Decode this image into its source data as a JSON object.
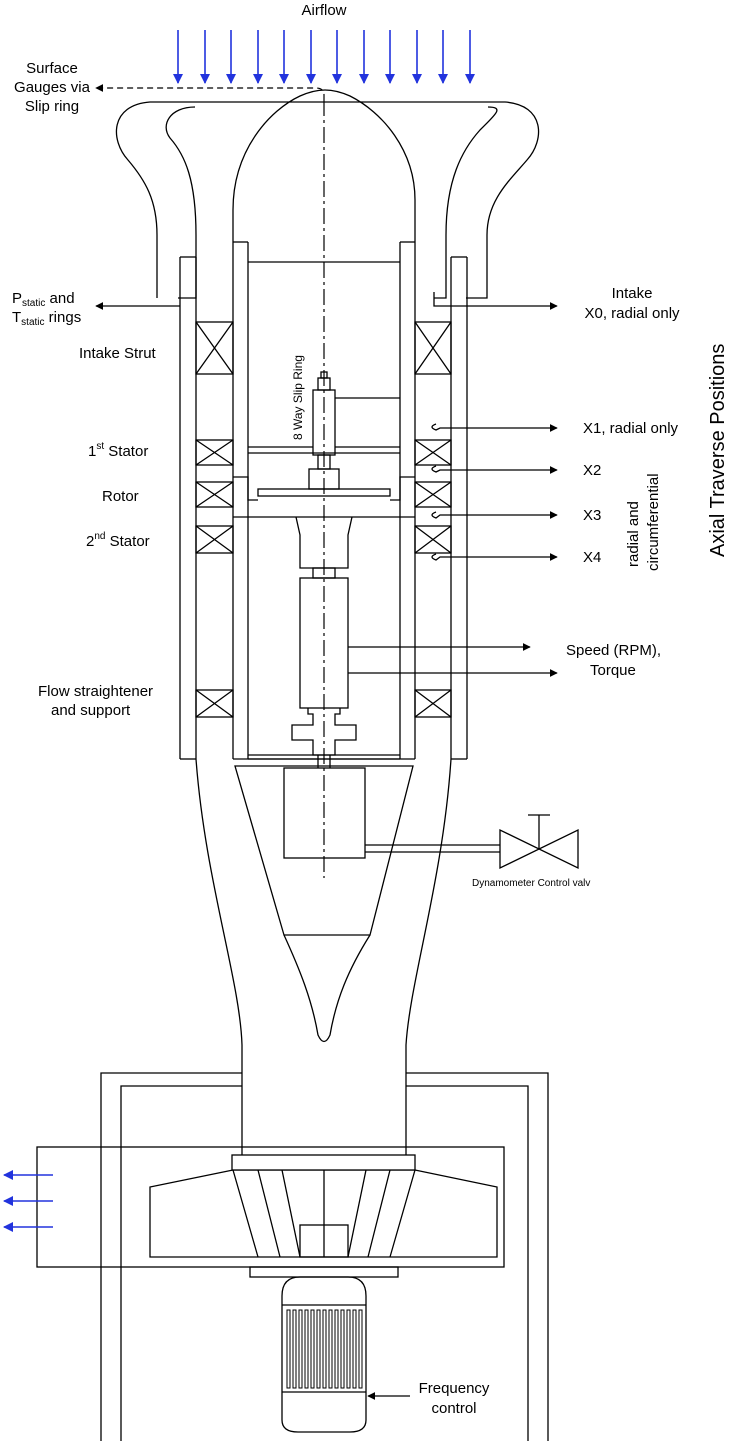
{
  "labels": {
    "airflow": "Airflow",
    "surface_gauges_1": "Surface",
    "surface_gauges_2": "Gauges via",
    "surface_gauges_3": "Slip ring",
    "pstatic_p": "P",
    "pstatic_sub": "static",
    "pstatic_rest": " and",
    "tstatic_t": "T",
    "tstatic_sub": "static",
    "tstatic_rest": " rings",
    "intake_strut": "Intake Strut",
    "stator1_pre": "1",
    "stator1_sup": "st",
    "stator1_post": " Stator",
    "rotor": "Rotor",
    "stator2_pre": "2",
    "stator2_sup": "nd",
    "stator2_post": " Stator",
    "flow_straightener_1": "Flow straightener",
    "flow_straightener_2": "and support",
    "slip_ring": "8 Way Slip Ring",
    "intake_1": "Intake",
    "intake_2": "X0, radial only",
    "x1": "X1, radial only",
    "x2": "X2",
    "x3": "X3",
    "x4": "X4",
    "radial_1": "radial and",
    "radial_2": "circumferential",
    "axial_traverse": "Axial Traverse Positions",
    "speed_1": "Speed (RPM),",
    "speed_2": "Torque",
    "dyno_valve": "Dynamometer Control valv",
    "freq_1": "Frequency",
    "freq_2": "control"
  },
  "colors": {
    "airflow_arrows": "#2233dd",
    "exhaust_arrows": "#2233dd",
    "line": "#000000"
  }
}
